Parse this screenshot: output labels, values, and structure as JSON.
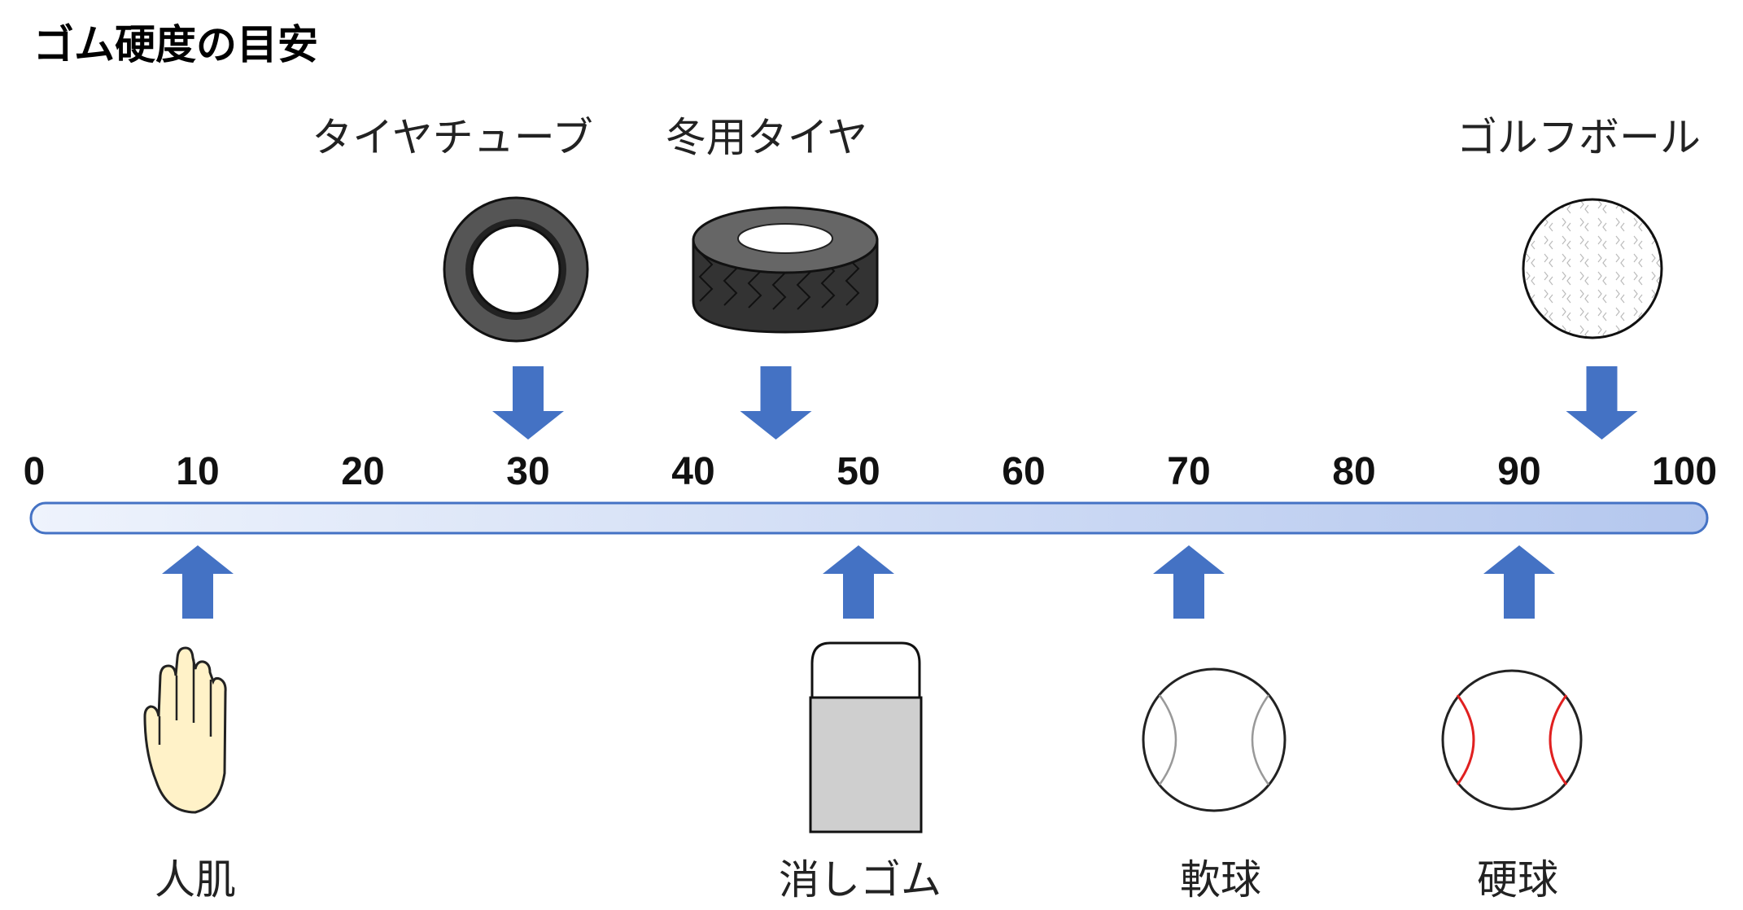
{
  "title": "ゴム硬度の目安",
  "colors": {
    "arrow": "#4472C4",
    "bar_border": "#4472C4",
    "bar_light": "#EEF3FC",
    "bar_dark": "#B4C7EE",
    "skin": "#FFF2C8",
    "eraser": "#CFCFCF",
    "hard_ball_seam": "#E02020"
  },
  "chart_data": {
    "type": "scale",
    "title": "ゴム硬度の目安",
    "range": [
      0,
      100
    ],
    "ticks": [
      "0",
      "10",
      "20",
      "30",
      "40",
      "50",
      "60",
      "70",
      "80",
      "90",
      "100"
    ],
    "above": [
      {
        "label": "タイヤチューブ",
        "value": 30,
        "icon": "tire-tube-icon"
      },
      {
        "label": "冬用タイヤ",
        "value": 45,
        "icon": "winter-tire-icon"
      },
      {
        "label": "ゴルフボール",
        "value": 95,
        "icon": "golf-ball-icon"
      }
    ],
    "below": [
      {
        "label": "人肌",
        "value": 10,
        "icon": "hand-icon"
      },
      {
        "label": "消しゴム",
        "value": 50,
        "icon": "eraser-icon"
      },
      {
        "label": "軟球",
        "value": 70,
        "icon": "soft-baseball-icon"
      },
      {
        "label": "硬球",
        "value": 90,
        "icon": "hard-baseball-icon"
      }
    ]
  }
}
